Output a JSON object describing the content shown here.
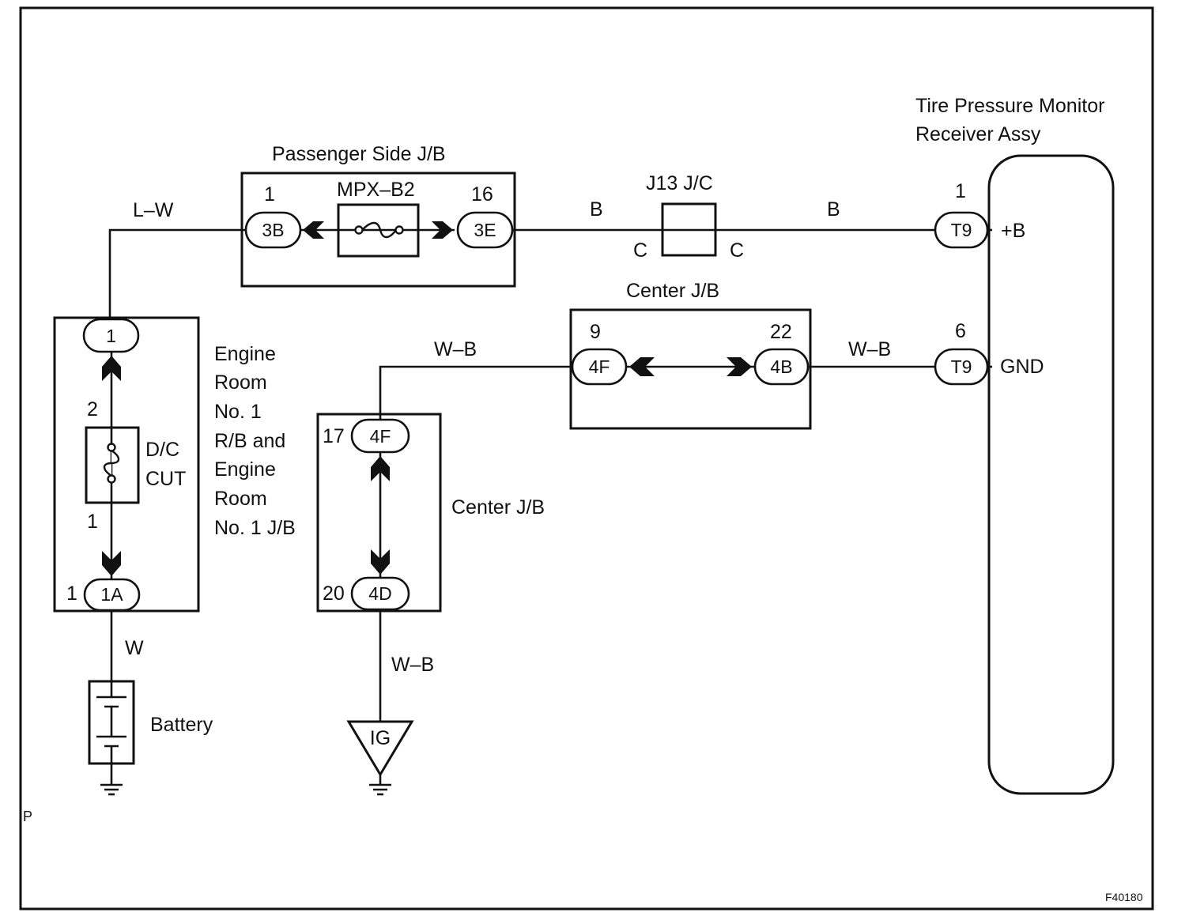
{
  "diagram": {
    "receiver": {
      "title_line1": "Tire Pressure Monitor",
      "title_line2": "Receiver Assy",
      "pin_b": "+B",
      "pin_gnd": "GND"
    },
    "passenger_jb": {
      "title": "Passenger Side J/B",
      "fuse": "MPX–B2",
      "left_pin": "1",
      "left_conn": "3B",
      "right_pin": "16",
      "right_conn": "3E"
    },
    "junction": {
      "title": "J13 J/C",
      "left": "C",
      "right": "C"
    },
    "receiver_pins": {
      "b_pin": "1",
      "b_conn": "T9",
      "gnd_pin": "6",
      "gnd_conn": "T9"
    },
    "center_jb_top": {
      "title": "Center J/B",
      "left_pin": "9",
      "left_conn": "4F",
      "right_pin": "22",
      "right_conn": "4B"
    },
    "center_jb_left": {
      "title": "Center J/B",
      "top_pin": "17",
      "top_conn": "4F",
      "bottom_pin": "20",
      "bottom_conn": "4D"
    },
    "engine_room": {
      "label_lines": [
        "Engine",
        "Room",
        "No. 1",
        "R/B and",
        "Engine",
        "Room",
        "No. 1 J/B"
      ],
      "top_conn": "1",
      "fuse_top_pin": "2",
      "fuse_bottom_pin": "1",
      "fuse_line1": "D/C",
      "fuse_line2": "CUT",
      "bottom_pin": "1",
      "bottom_conn": "1A"
    },
    "wires": {
      "lw": "L–W",
      "b_left": "B",
      "b_right": "B",
      "wb_left": "W–B",
      "wb_right": "W–B",
      "w": "W",
      "wb_down": "W–B"
    },
    "battery": "Battery",
    "ig": "IG",
    "corner_mark": "P",
    "figure_code": "F40180"
  }
}
